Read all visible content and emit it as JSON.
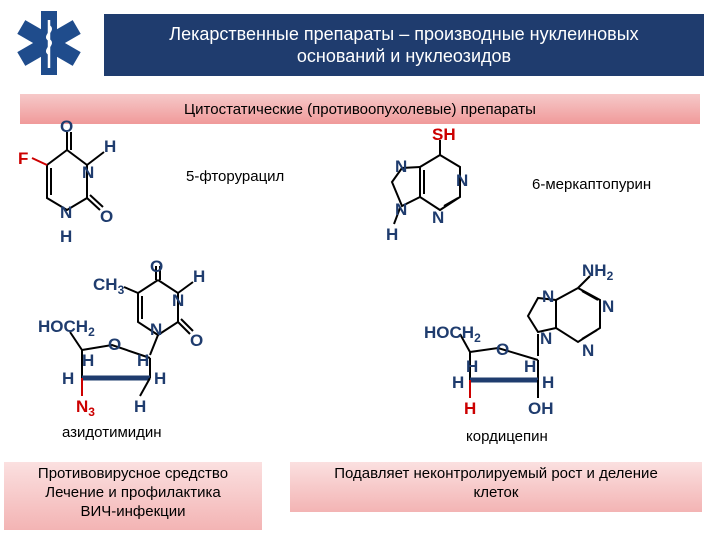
{
  "slide": {
    "title_line1": "Лекарственные препараты – производные нуклеиновых",
    "title_line2": "оснований и нуклеозидов",
    "subtitle": "Цитостатические (противоопухолевые) препараты"
  },
  "compounds": {
    "fluorouracil": "5-фторурацил",
    "mercaptopurine": "6-меркаптопурин",
    "azidothymidine": "азидотимидин",
    "cordycepin": "кордицепин"
  },
  "notes": {
    "left_line1": "Противовирусное средство",
    "left_line2": "Лечение и профилактика",
    "left_line3": "ВИЧ-инфекции",
    "right_line1": "Подавляет неконтролируемый рост и деление",
    "right_line2": "клеток"
  },
  "atoms": {
    "O": "O",
    "N": "N",
    "H": "H",
    "F": "F",
    "SH": "SH",
    "CH3": "CH",
    "sub3": "3",
    "HOCH2": "HOCH",
    "sub2": "2",
    "NH2": "NH",
    "OH": "OH"
  },
  "colors": {
    "title_bg": "#1f3c6e",
    "accent_red": "#cc0000",
    "atom_blue": "#1f3c6e"
  }
}
